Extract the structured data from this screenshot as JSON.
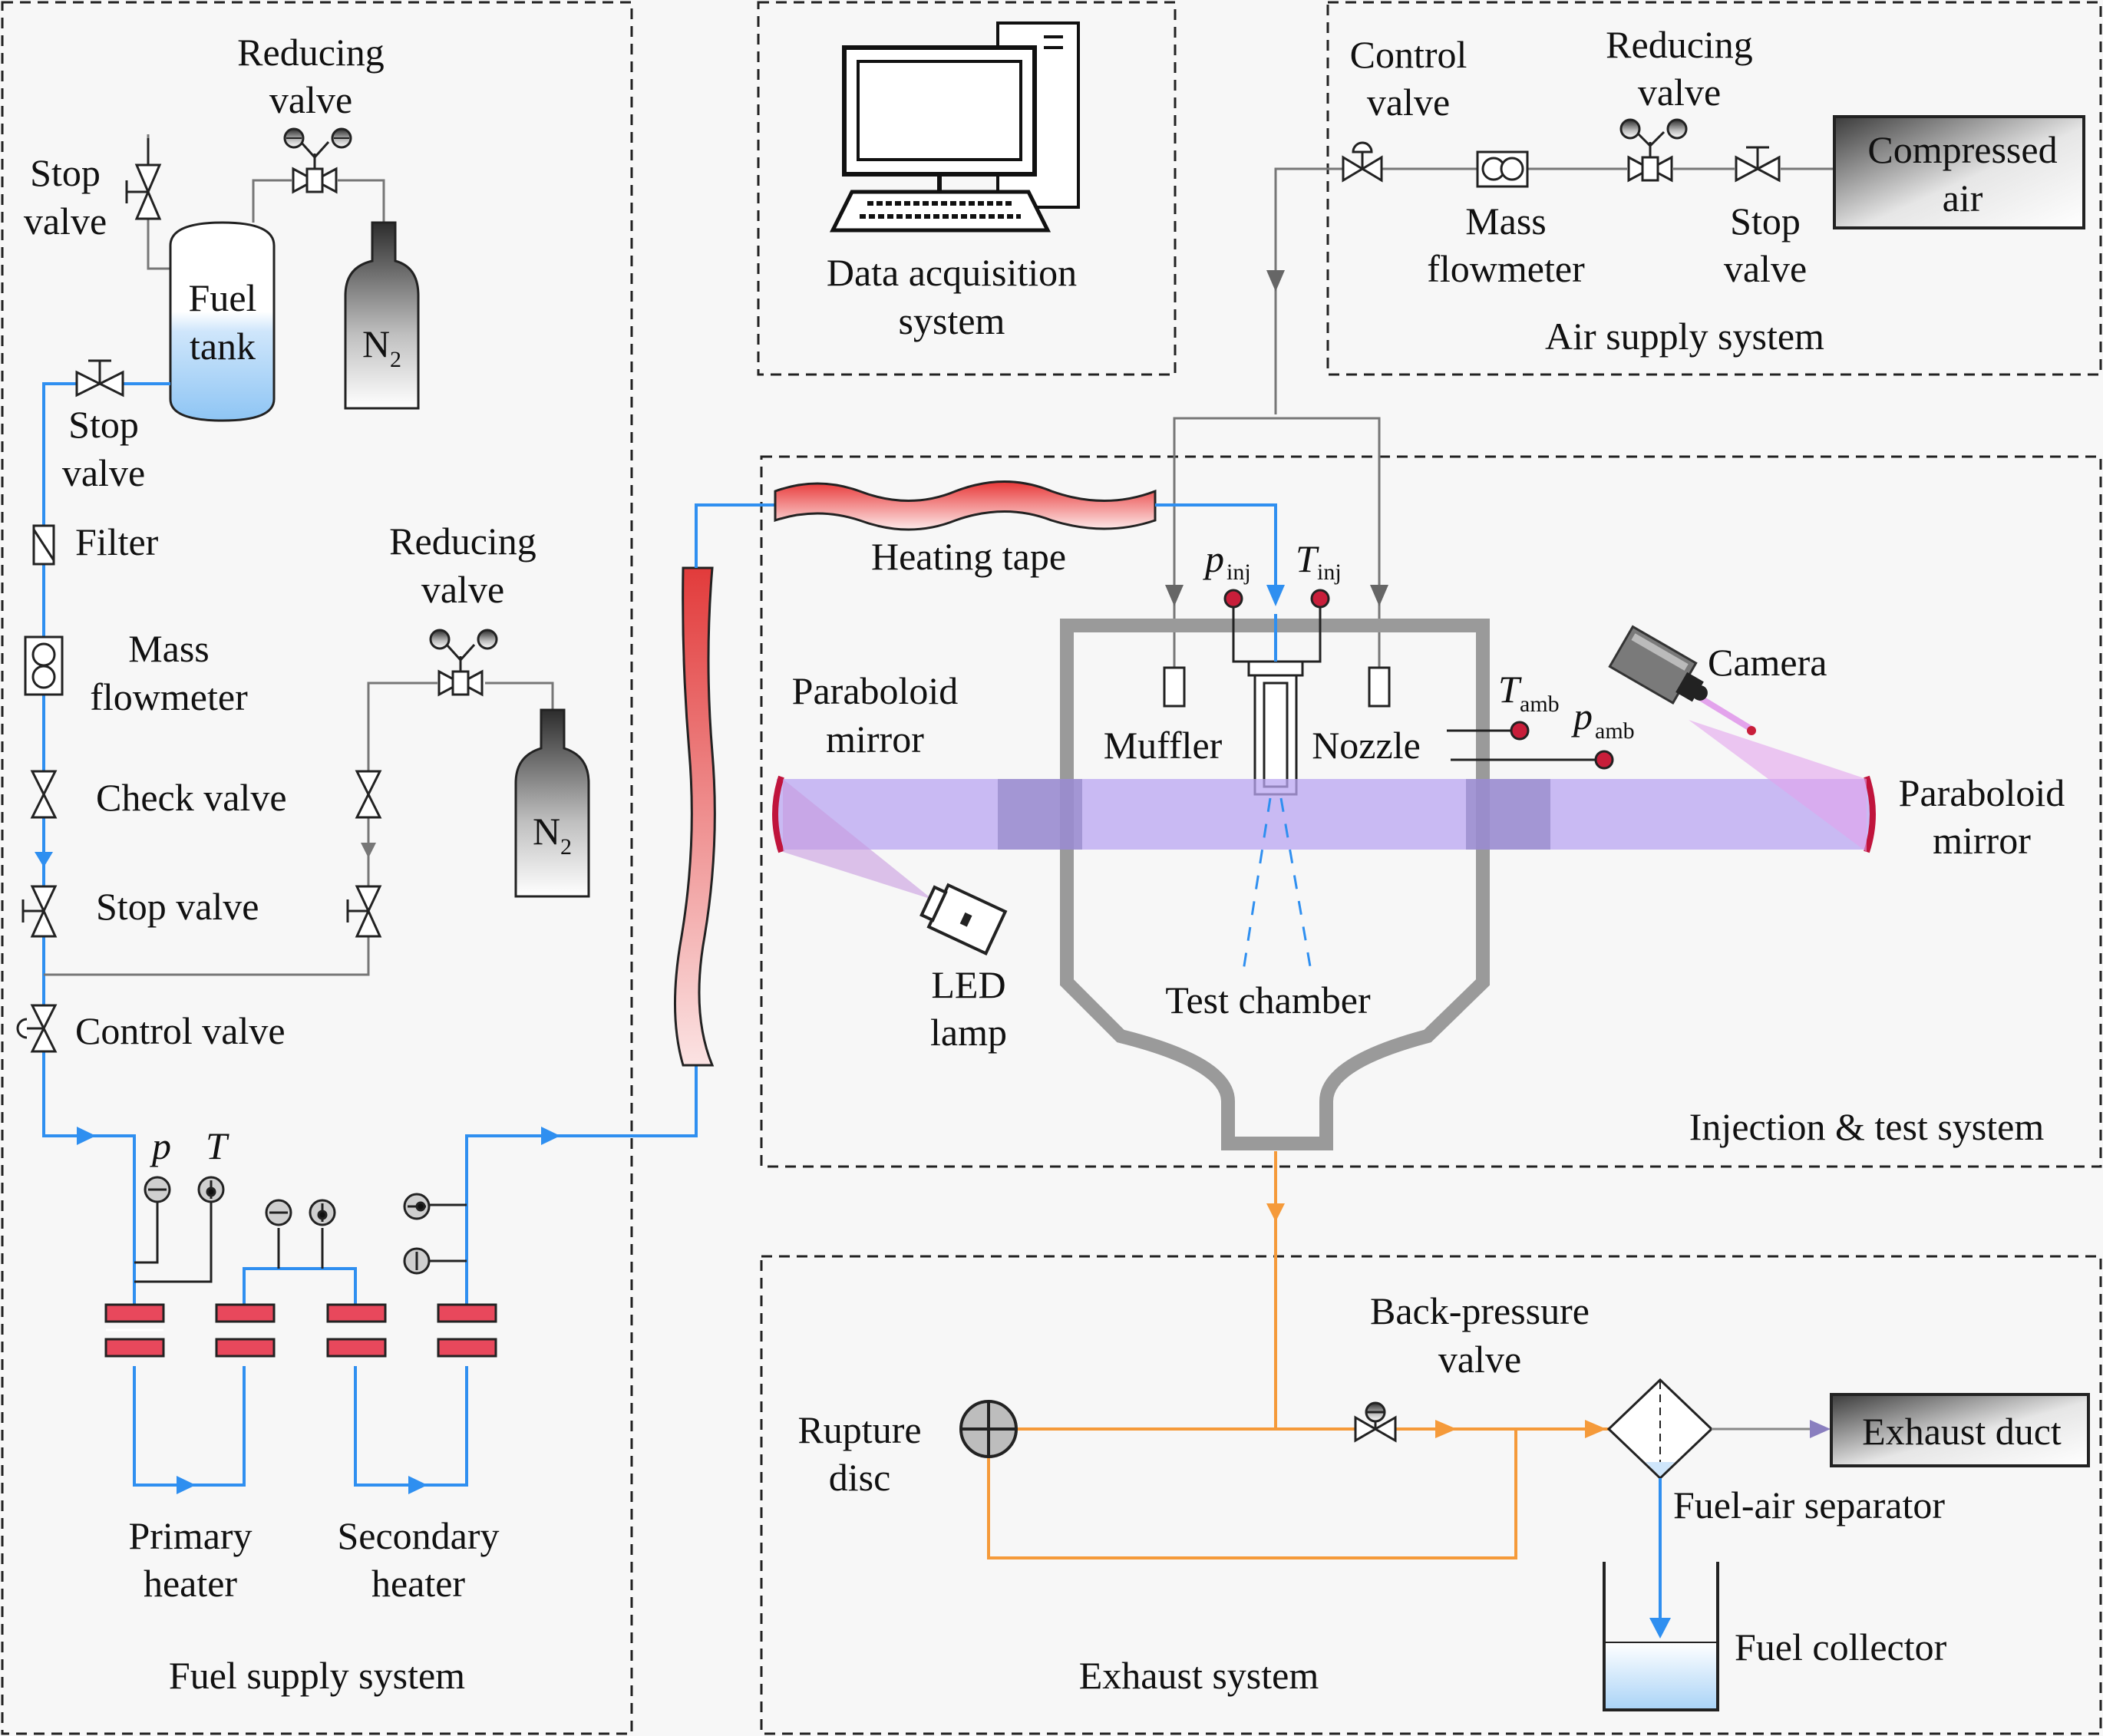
{
  "systems": {
    "fuel": "Fuel supply system",
    "daq_line1": "Data acquisition",
    "daq_line2": "system",
    "air": "Air supply system",
    "injection": "Injection & test system",
    "exhaust": "Exhaust system"
  },
  "fuel_supply": {
    "reducing_valve_top": [
      "Reducing",
      "valve"
    ],
    "stop_valve_top": [
      "Stop",
      "valve"
    ],
    "fuel_tank": [
      "Fuel",
      "tank"
    ],
    "n2_main": "N",
    "n2_sub": "2",
    "stop_valve_tank": [
      "Stop",
      "valve"
    ],
    "filter": "Filter",
    "mass_flowmeter": [
      "Mass",
      "flowmeter"
    ],
    "reducing_valve_mid": [
      "Reducing",
      "valve"
    ],
    "check_valve": "Check valve",
    "stop_valve_mid": "Stop valve",
    "control_valve": "Control valve",
    "p_label": "p",
    "t_label": "T",
    "primary_heater": [
      "Primary",
      "heater"
    ],
    "secondary_heater": [
      "Secondary",
      "heater"
    ]
  },
  "air_supply": {
    "control_valve": [
      "Control",
      "valve"
    ],
    "reducing_valve": [
      "Reducing",
      "valve"
    ],
    "mass_flowmeter": [
      "Mass",
      "flowmeter"
    ],
    "stop_valve": [
      "Stop",
      "valve"
    ],
    "compressed_air": [
      "Compressed",
      "air"
    ]
  },
  "injection": {
    "heating_tape": "Heating tape",
    "p_inj_main": "p",
    "p_inj_sub": "inj",
    "t_inj_main": "T",
    "t_inj_sub": "inj",
    "t_amb_main": "T",
    "t_amb_sub": "amb",
    "p_amb_main": "p",
    "p_amb_sub": "amb",
    "camera": "Camera",
    "paraboloid_left": [
      "Paraboloid",
      "mirror"
    ],
    "paraboloid_right": [
      "Paraboloid",
      "mirror"
    ],
    "muffler": "Muffler",
    "nozzle": "Nozzle",
    "led_lamp": [
      "LED",
      "lamp"
    ],
    "test_chamber": "Test chamber"
  },
  "exhaust": {
    "back_pressure_valve": [
      "Back-pressure",
      "valve"
    ],
    "rupture_disc": [
      "Rupture",
      "disc"
    ],
    "exhaust_duct": "Exhaust duct",
    "fuel_air_separator": "Fuel-air separator",
    "fuel_collector": "Fuel collector"
  },
  "colors": {
    "fuel_line": "#2f8ff0",
    "air_line": "#777777",
    "exhaust_line": "#f59a3a",
    "heater_red": "#e8485c",
    "beam_purple": "#b9a6f2",
    "chamber_gray": "#9a9a9a"
  }
}
